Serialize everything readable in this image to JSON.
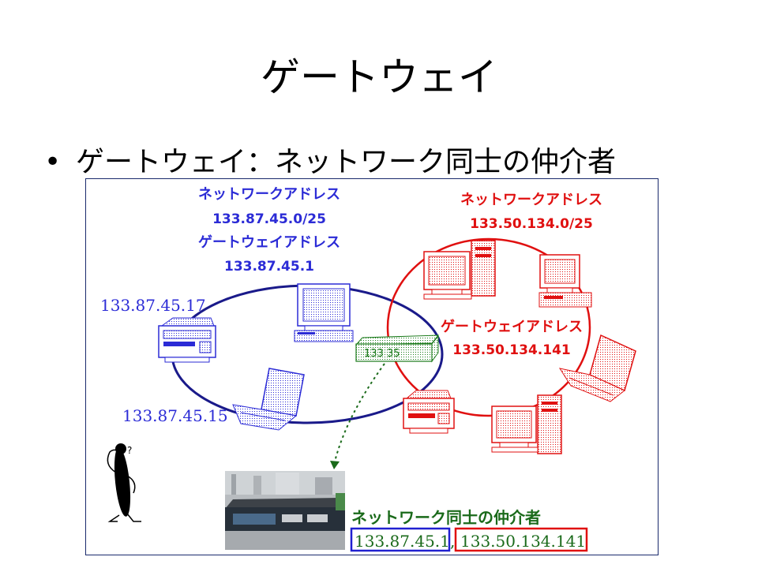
{
  "slide": {
    "title": "ゲートウェイ",
    "bullet_text": "ゲートウェイ：ネットワーク同士の仲介者"
  },
  "diagram": {
    "left_network": {
      "network_address_label": "ネットワークアドレス",
      "network_address": "133.87.45.0/25",
      "gateway_address_label": "ゲートウェイアドレス",
      "gateway_address": "133.87.45.1",
      "printer_ip": "133.87.45.17",
      "laptop_ip": "133.87.45.15",
      "color": "#2b2bd6"
    },
    "right_network": {
      "network_address_label": "ネットワークアドレス",
      "network_address": "133.50.134.0/25",
      "gateway_address_label": "ゲートウェイアドレス",
      "gateway_address": "133.50.134.141",
      "color": "#e01010"
    },
    "router_panel_text": "133  35",
    "caption": "ネットワーク同士の仲介者",
    "caption_ip_left": "133.87.45.1",
    "caption_separator": ",",
    "caption_ip_right": "133.50.134.141",
    "thinking_mark": "?"
  }
}
